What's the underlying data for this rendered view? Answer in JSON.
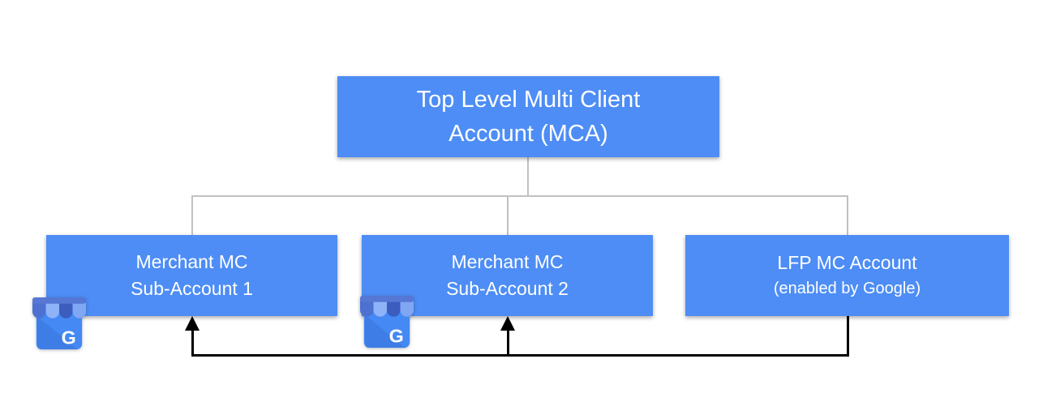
{
  "nodes": {
    "root": {
      "line1": "Top Level Multi Client",
      "line2": "Account (MCA)"
    },
    "sub1": {
      "line1": "Merchant MC",
      "line2": "Sub-Account 1"
    },
    "sub2": {
      "line1": "Merchant MC",
      "line2": "Sub-Account 2"
    },
    "lfp": {
      "line1": "LFP MC Account",
      "line2": "(enabled by Google)"
    }
  },
  "connections": [
    {
      "from": "root",
      "to": "sub1",
      "style": "gray-line"
    },
    {
      "from": "root",
      "to": "sub2",
      "style": "gray-line"
    },
    {
      "from": "root",
      "to": "lfp",
      "style": "gray-line"
    },
    {
      "from": "lfp",
      "to": "sub1",
      "style": "black-arrow"
    },
    {
      "from": "lfp",
      "to": "sub2",
      "style": "black-arrow"
    }
  ],
  "icons": {
    "business": {
      "name": "google-business-storefront-icon",
      "letter": "G"
    }
  },
  "colors": {
    "background": "#ffffff",
    "node_fill": "#4d8df5",
    "node_text": "#ffffff",
    "connector": "#c1c1c1",
    "arrow": "#000000",
    "icon_body": "#4489f4",
    "icon_fold": "#3a72d8",
    "icon_band": "#5677d4",
    "icon_awning_dark": "#4d71d0",
    "icon_awning_darker": "#3c5cbe",
    "icon_awning_light": "#8fb3f8",
    "icon_awning_light2": "#80a7f4"
  }
}
